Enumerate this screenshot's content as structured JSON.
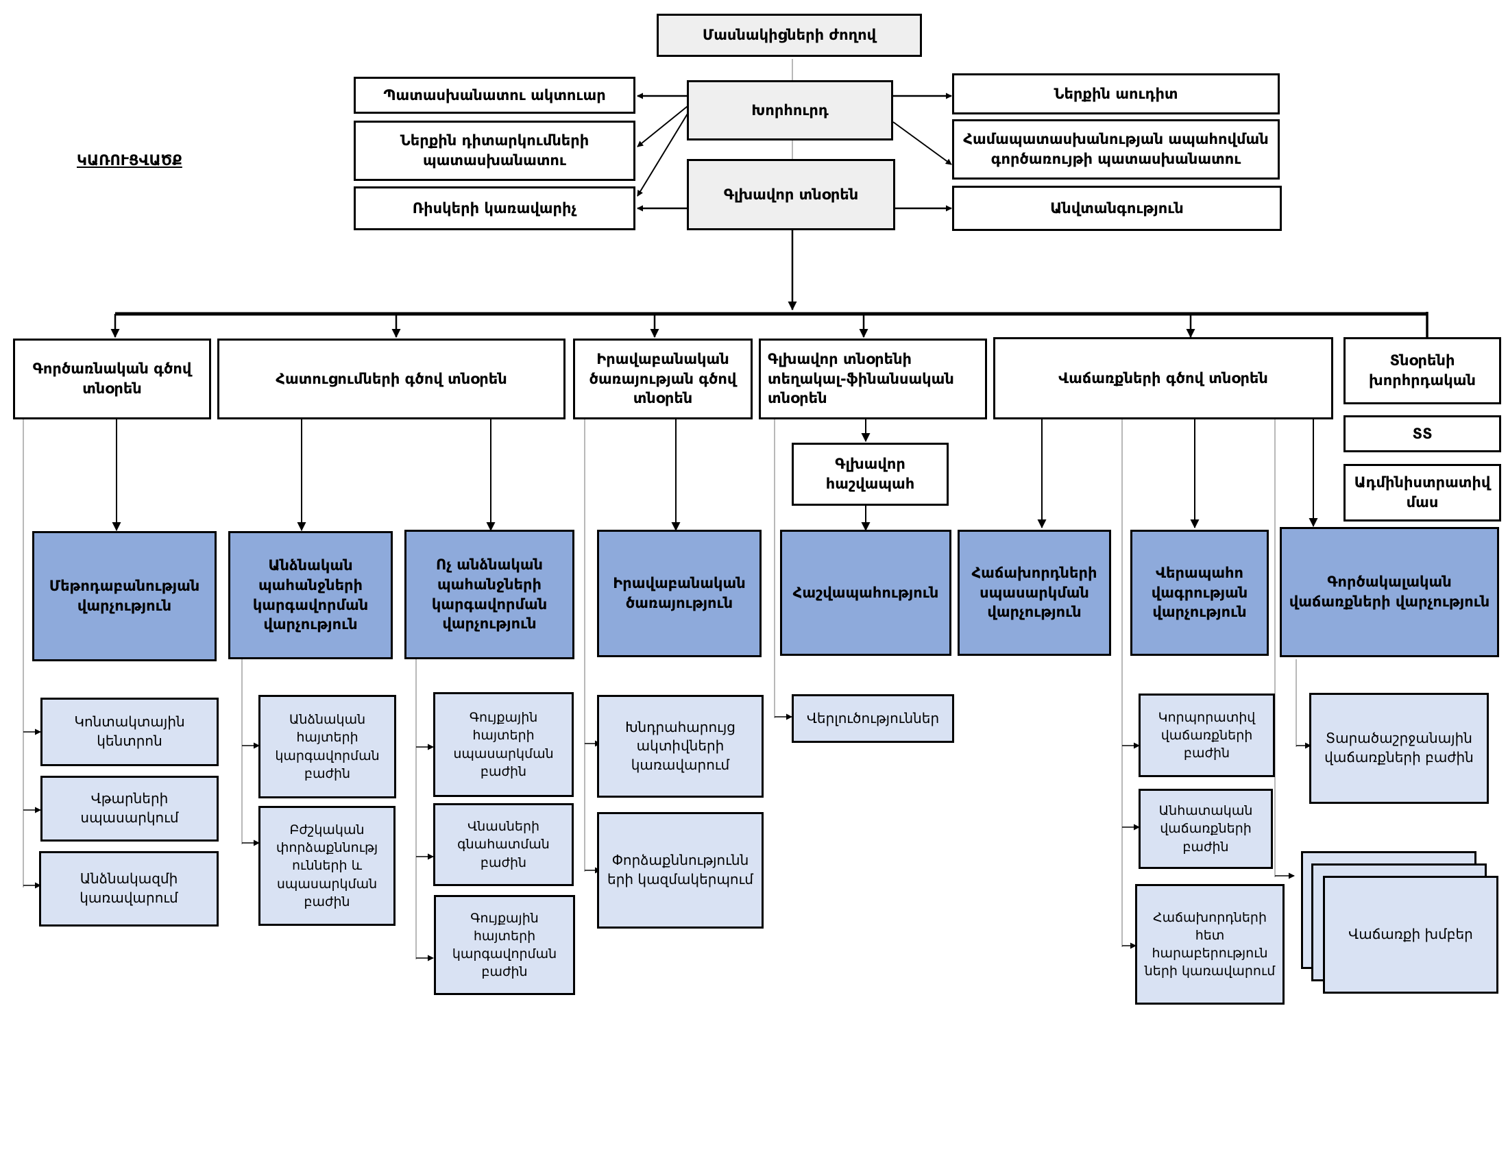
{
  "page_label": "ԿԱՌՈՒՑՎԱԾՔ",
  "top": {
    "shareholders_meeting": "Մասնակիցների ժողով",
    "board": "Խորհուրդ",
    "ceo": "Գլխավոր տնօրեն",
    "secretary": "Պատասխանատու ակտուար",
    "internal_control": "Ներքին դիտարկումների պատասխանատու",
    "risk_manager": "Ռիսկերի կառավարիչ",
    "internal_audit": "Ներքին աուդիտ",
    "compliance": "Համապատասխանության ապահովման գործառույթի պատասխանատու",
    "security": "Անվտանգություն"
  },
  "directors": {
    "operations": "Գործառնական գծով տնօրեն",
    "claims": "Հատուցումների  գծով տնօրեն",
    "legal": "Իրավաբանական ծառայության գծով տնօրեն",
    "finance": "Գլխավոր տնօրենի տեղակալ-ֆինանսական տնօրեն",
    "sales": "Վաճառքների գծով տնօրեն",
    "staff": "Տնօրենի խորհրդական"
  },
  "chief_accountant": "Գլխավոր հաշվապահ",
  "it": "ՏՏ",
  "admin": "Ադմինիստրատիվ մաս",
  "departments": {
    "methodology": "Մեթոդաբանության վարչություն",
    "personal_claims": "Անձնական պահանջների կարգավորման վարչություն",
    "nonpersonal_claims": "Ոչ անձնական պահանջների կարգավորման վարչություն",
    "legal_service": "Իրավաբանական ծառայություն",
    "accounting": "Հաշվապահություն",
    "client_service": "Հաճախորդների սպասարկման վարչություն",
    "reinsurance": "Վերապահո վագրության վարչություն",
    "agency_sales": "Գործակալական վաճառքների վարչություն"
  },
  "units": {
    "contact_center": "Կոնտակտային կենտրոն",
    "document_service": "Վթարների սպասարկում",
    "personal_data": "Անձնակազմի կառավարում",
    "personal_property_dept": "Անձնական հայտերի կարգավորման բաժին",
    "medical_expert": "Բժշկական փորձաքննությ ունների և սպասարկման բաժին",
    "property_service": "Գույքային հայտերի սպասարկման բաժին",
    "damage_assessment": "Վնասների գնահատման բաժին",
    "property_regulation": "Գույքային հայտերի կարգավորման բաժին",
    "problem_assets": "Խնդրահարույց ակտիվների կառավարում",
    "expert_org": "Փորձաքննությունն երի կազմակերպում",
    "analytics": "Վերլուծություններ",
    "corporate_sales": "Կորպորատիվ վաճառքների բաժին",
    "individual_sales": "Անհատական վաճառքների բաժին",
    "client_relations": "Հաճախորդների հետ հարաբերություն ների կառավարում",
    "regional_sales": "Տարածաշրջանային վաճառքների բաժին",
    "sales_groups": "Վաճառքի խմբեր"
  },
  "colors": {
    "line": "#000000",
    "gray_box": "#efefef",
    "blue_box": "#8eaadb",
    "light_box": "#d9e2f3"
  }
}
